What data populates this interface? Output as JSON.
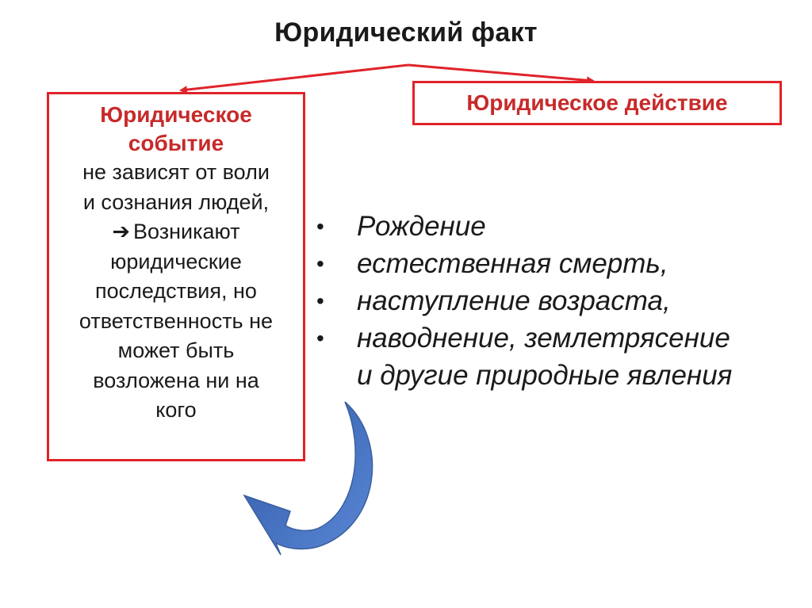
{
  "title": "Юридический факт",
  "event": {
    "heading": "Юридическое событие",
    "lines": [
      "не зависят от воли",
      "и сознания людей,",
      "Возникают",
      "юридические",
      "последствия, но",
      "ответственность не",
      "может быть",
      "возложена ни на",
      "кого"
    ]
  },
  "action": {
    "heading": "Юридическое действие"
  },
  "examples": [
    "Рождение",
    "естественная смерть,",
    "наступление возраста,",
    "наводнение, землетрясение",
    "и другие природные явления"
  ],
  "colors": {
    "accent_red": "#e0232a",
    "heading_red": "#c72a2a",
    "arrow_blue": "#3d6cc0"
  },
  "icons": {
    "inline_arrow": "right-arrow-icon",
    "curved_arrow": "curved-arrow-icon"
  }
}
